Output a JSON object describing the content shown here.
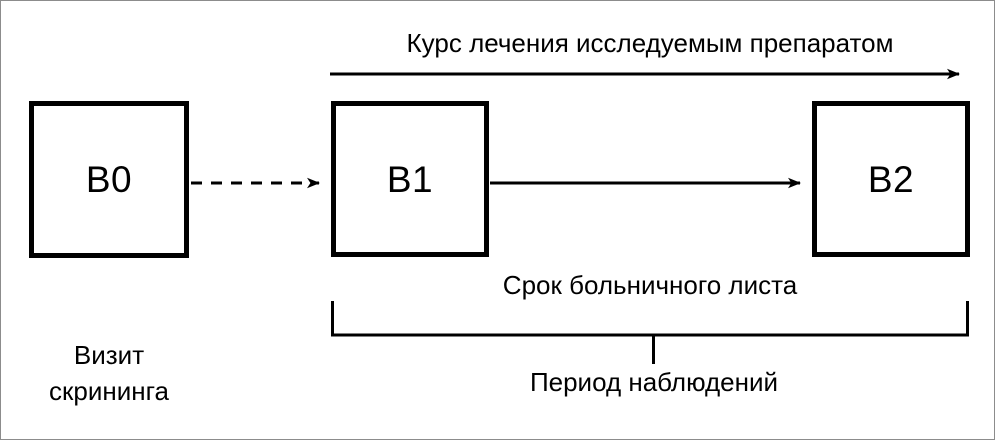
{
  "diagram": {
    "type": "clinical-trial-timeline",
    "title_label": "Курс лечения исследуемым препаратом",
    "nodes": [
      {
        "id": "b0",
        "label": "В0",
        "caption": "Визит\nскрининга"
      },
      {
        "id": "b1",
        "label": "В1",
        "caption": ""
      },
      {
        "id": "b2",
        "label": "В2",
        "caption": ""
      }
    ],
    "labels": {
      "treatment_course": "Курс лечения исследуемым препаратом",
      "sick_leave": "Срок больничного листа",
      "observation_period": "Период наблюдений",
      "screening_visit": "Визит\nскрининга"
    },
    "connectors": [
      {
        "id": "b0-to-b1",
        "from": "b0",
        "to": "b1",
        "style": "dashed",
        "arrow": "end"
      },
      {
        "id": "b1-to-b2",
        "from": "b1",
        "to": "b2",
        "style": "solid",
        "arrow": "end"
      },
      {
        "id": "treatment-axis",
        "from": "b1",
        "to": "b2",
        "style": "solid",
        "arrow": "end"
      },
      {
        "id": "sick-leave-bracket",
        "from": "b1",
        "to": "b2",
        "style": "bracket",
        "arrow": "none"
      }
    ],
    "colors": {
      "stroke": "#000000",
      "background": "#ffffff",
      "frame_border": "#8c8c8c"
    }
  }
}
